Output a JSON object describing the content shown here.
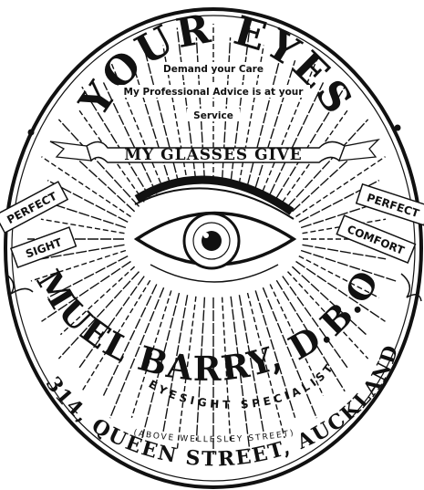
{
  "heading": "YOUR EYES",
  "intro": {
    "line1": "Demand your Care",
    "line2": "My Professional Advice is at your",
    "line3": "Service"
  },
  "banner": "MY GLASSES GIVE",
  "left_ribbon": {
    "top": "PERFECT",
    "bottom": "SIGHT"
  },
  "right_ribbon": {
    "top": "PERFECT",
    "bottom": "COMFORT"
  },
  "name": "SAMUEL BARRY, D.B.O.A.",
  "title": "EYESIGHT SPECIALIST",
  "address": "314, QUEEN STREET, AUCKLAND",
  "location_note": "(ABOVE WELLESLEY STREET)",
  "colors": {
    "ink": "#111111",
    "paper": "#ffffff"
  },
  "icons": [
    "eye-icon",
    "sunburst-rays",
    "ribbon-banner",
    "star-ornament"
  ]
}
